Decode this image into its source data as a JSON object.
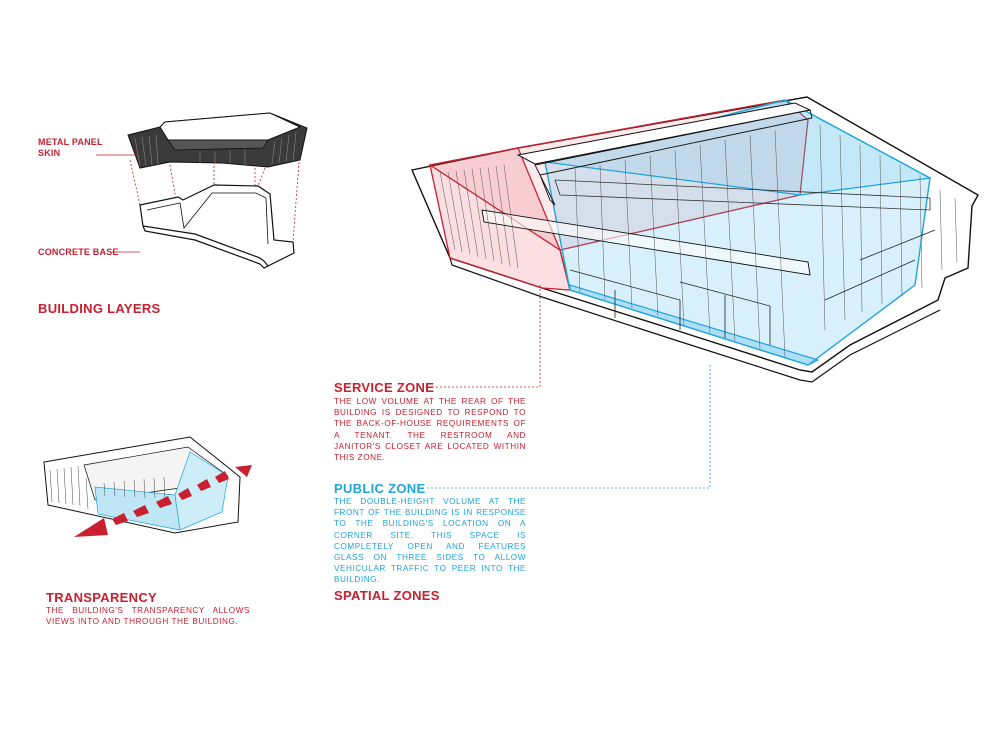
{
  "building_layers": {
    "title": "BUILDING LAYERS",
    "metal_panel_label": [
      "METAL PANEL",
      "SKIN"
    ],
    "concrete_label": "CONCRETE BASE"
  },
  "transparency": {
    "title": "TRANSPARENCY",
    "body": "THE BUILDING'S TRANSPARENCY ALLOWS VIEWS INTO AND THROUGH THE BUILDING."
  },
  "service_zone": {
    "title": "SERVICE ZONE",
    "body": "THE LOW VOLUME AT THE REAR OF THE BUILDING IS DESIGNED TO RESPOND TO THE BACK-OF-HOUSE REQUIREMENTS OF A TENANT. THE RESTROOM AND JANITOR'S CLOSET ARE LOCATED WITHIN THIS ZONE."
  },
  "public_zone": {
    "title": "PUBLIC ZONE",
    "body": "THE DOUBLE-HEIGHT VOLUME AT THE FRONT OF THE BUILDING IS IN RESPONSE TO THE BUILDING'S LOCATION ON A CORNER SITE. THIS SPACE IS COMPLETELY OPEN AND FEATURES GLASS ON THREE SIDES TO ALLOW VEHICULAR TRAFFIC TO PEER INTO THE BUILDING."
  },
  "spatial_zones": {
    "title": "SPATIAL ZONES"
  },
  "colors": {
    "red": "#c8202f",
    "blue": "#1ea5dc",
    "line": "#222222"
  }
}
